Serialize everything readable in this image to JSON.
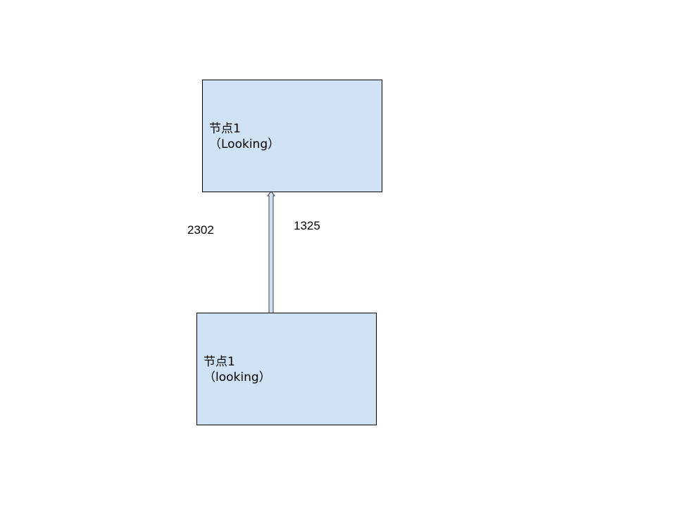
{
  "diagram": {
    "nodes": [
      {
        "id": "top",
        "line1": "节点1",
        "line2": "（Looking）"
      },
      {
        "id": "bottom",
        "line1": "节点1",
        "line2": "（looking）"
      }
    ],
    "edge": {
      "style": "double-headed hollow arrow",
      "label_left": "2302",
      "label_right": "1325"
    },
    "colors": {
      "node_fill": "#cfe2f3",
      "node_border": "#000000",
      "arrow_fill": "#cfe2f3",
      "arrow_stroke": "#434343",
      "background": "#ffffff"
    }
  }
}
